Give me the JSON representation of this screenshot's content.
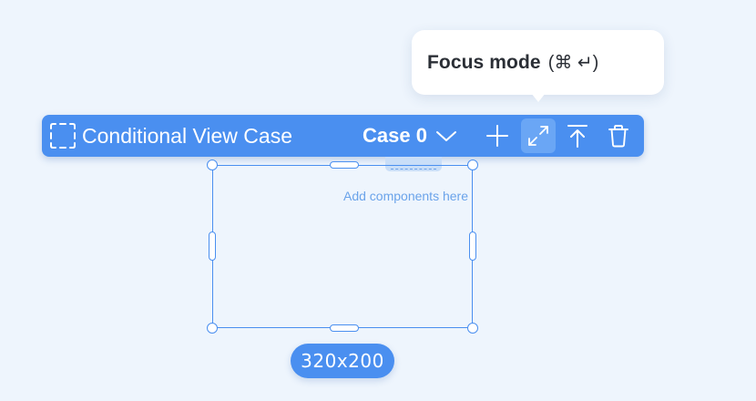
{
  "tooltip": {
    "label": "Focus mode",
    "shortcut": "(⌘ ↵)"
  },
  "toolbar": {
    "component_icon": "dashed-frame-icon",
    "title": "Conditional View Case",
    "case_selector": {
      "selected": "Case 0",
      "icon": "chevron-down-icon"
    },
    "actions": [
      {
        "id": "add",
        "icon": "plus-icon"
      },
      {
        "id": "focus-mode",
        "icon": "expand-icon",
        "active": true
      },
      {
        "id": "move-to-top",
        "icon": "arrow-up-to-line-icon"
      },
      {
        "id": "delete",
        "icon": "trash-icon"
      }
    ],
    "colors": {
      "background": "#4a8ff0",
      "active_button": "#6aa6f5"
    }
  },
  "canvas": {
    "add_hint": "Add components here",
    "size_label": "320x200"
  }
}
